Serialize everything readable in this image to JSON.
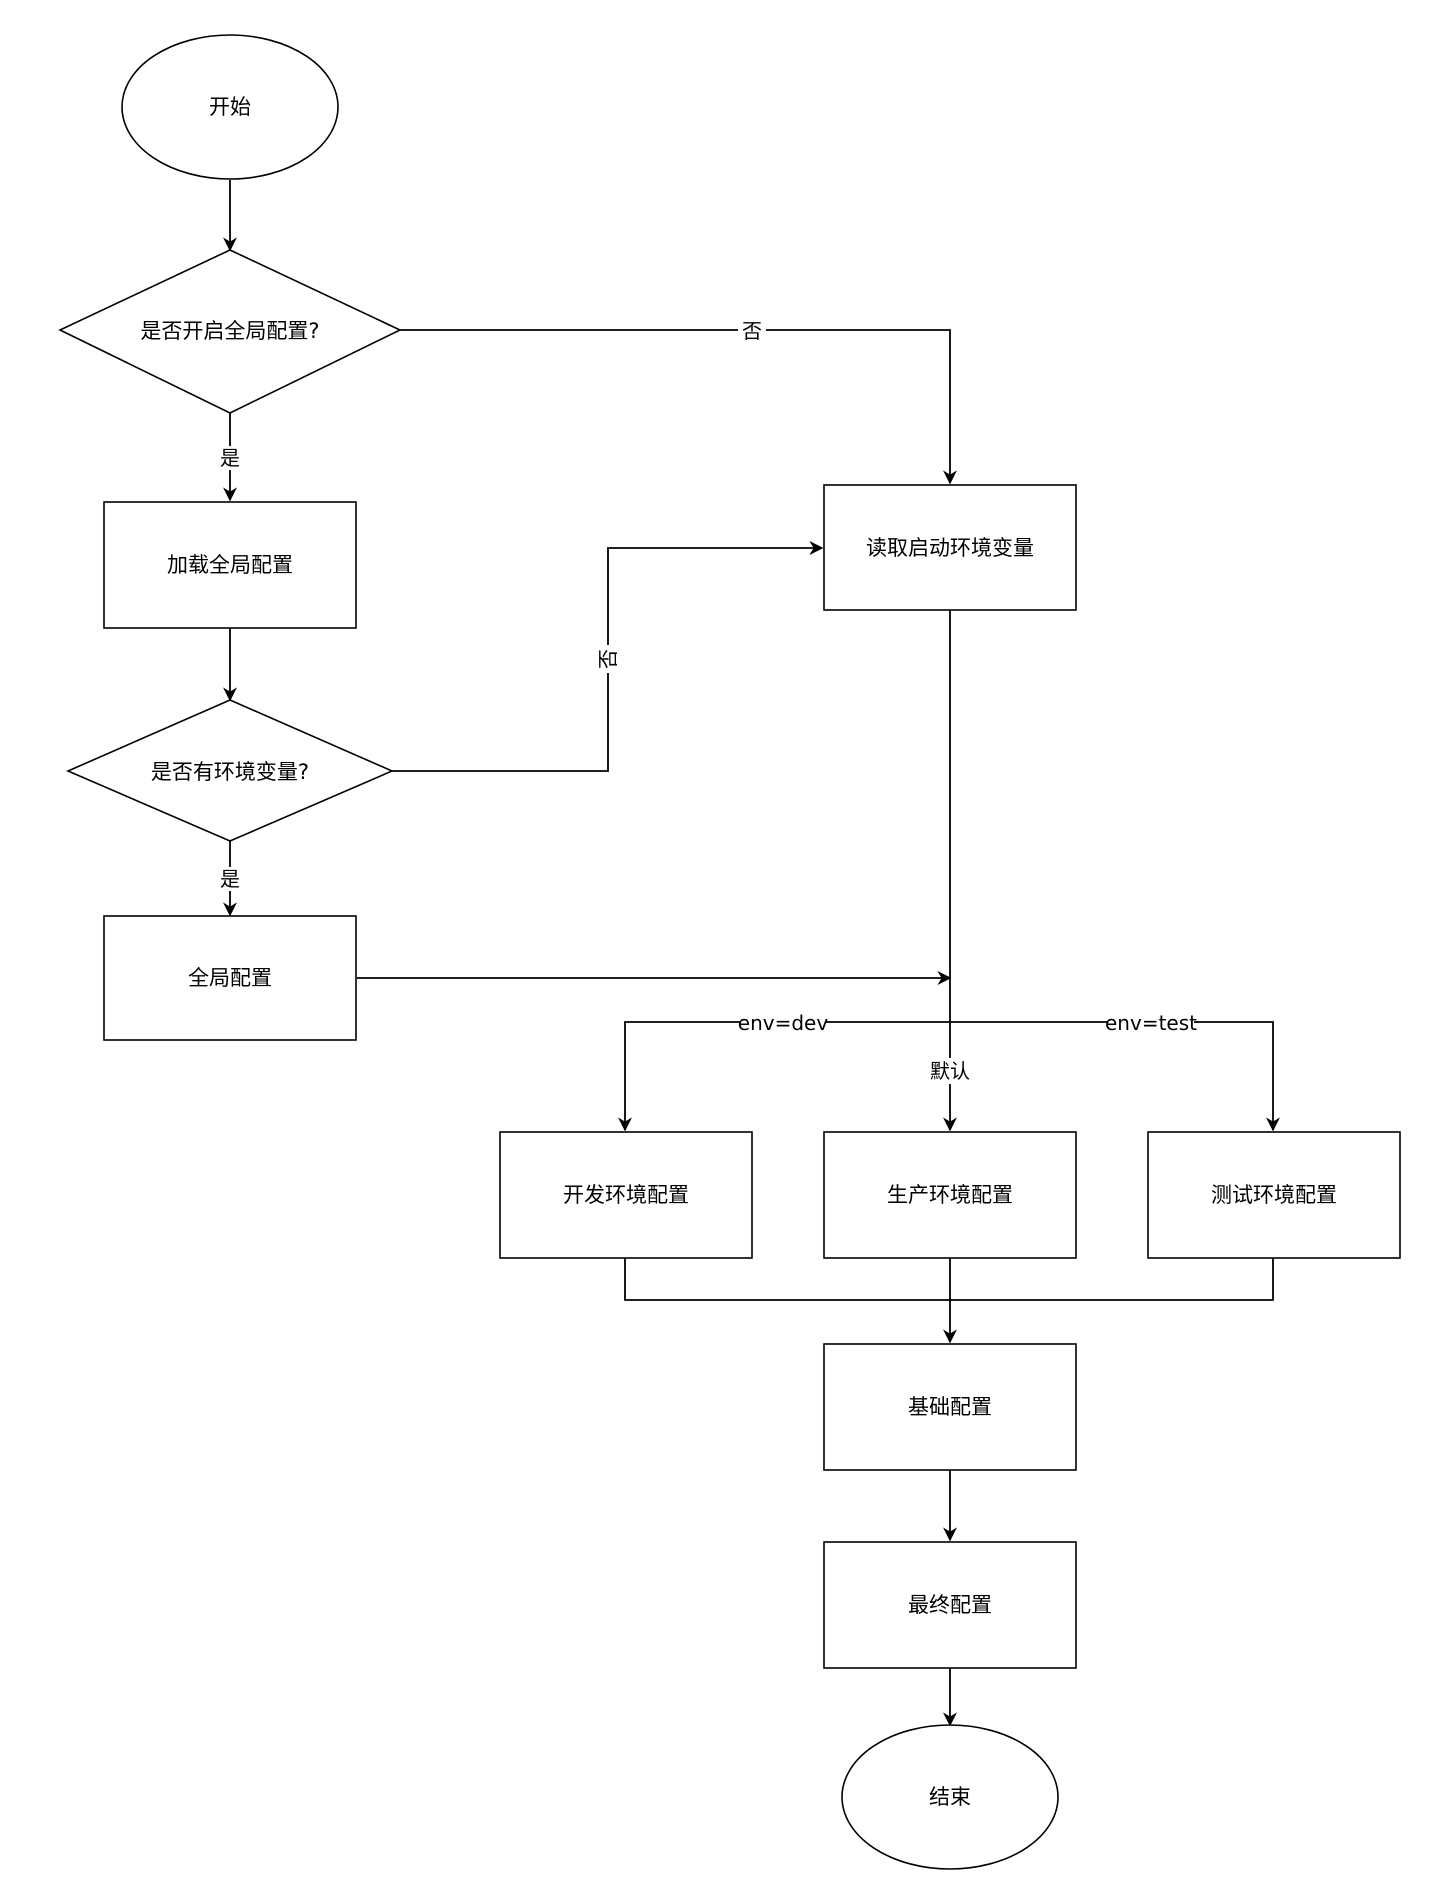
{
  "nodes": {
    "start": {
      "label": "开始"
    },
    "global_enabled": {
      "label": "是否开启全局配置?"
    },
    "load_global": {
      "label": "加载全局配置"
    },
    "has_env": {
      "label": "是否有环境变量?"
    },
    "global_config": {
      "label": "全局配置"
    },
    "read_env": {
      "label": "读取启动环境变量"
    },
    "dev_config": {
      "label": "开发环境配置"
    },
    "prod_config": {
      "label": "生产环境配置"
    },
    "test_config": {
      "label": "测试环境配置"
    },
    "base_config": {
      "label": "基础配置"
    },
    "final_config": {
      "label": "最终配置"
    },
    "end": {
      "label": "结束"
    }
  },
  "edges": {
    "global_no": "否",
    "global_yes": "是",
    "env_no": "否",
    "env_yes": "是",
    "branch_dev": "env=dev",
    "branch_default": "默认",
    "branch_test": "env=test"
  }
}
